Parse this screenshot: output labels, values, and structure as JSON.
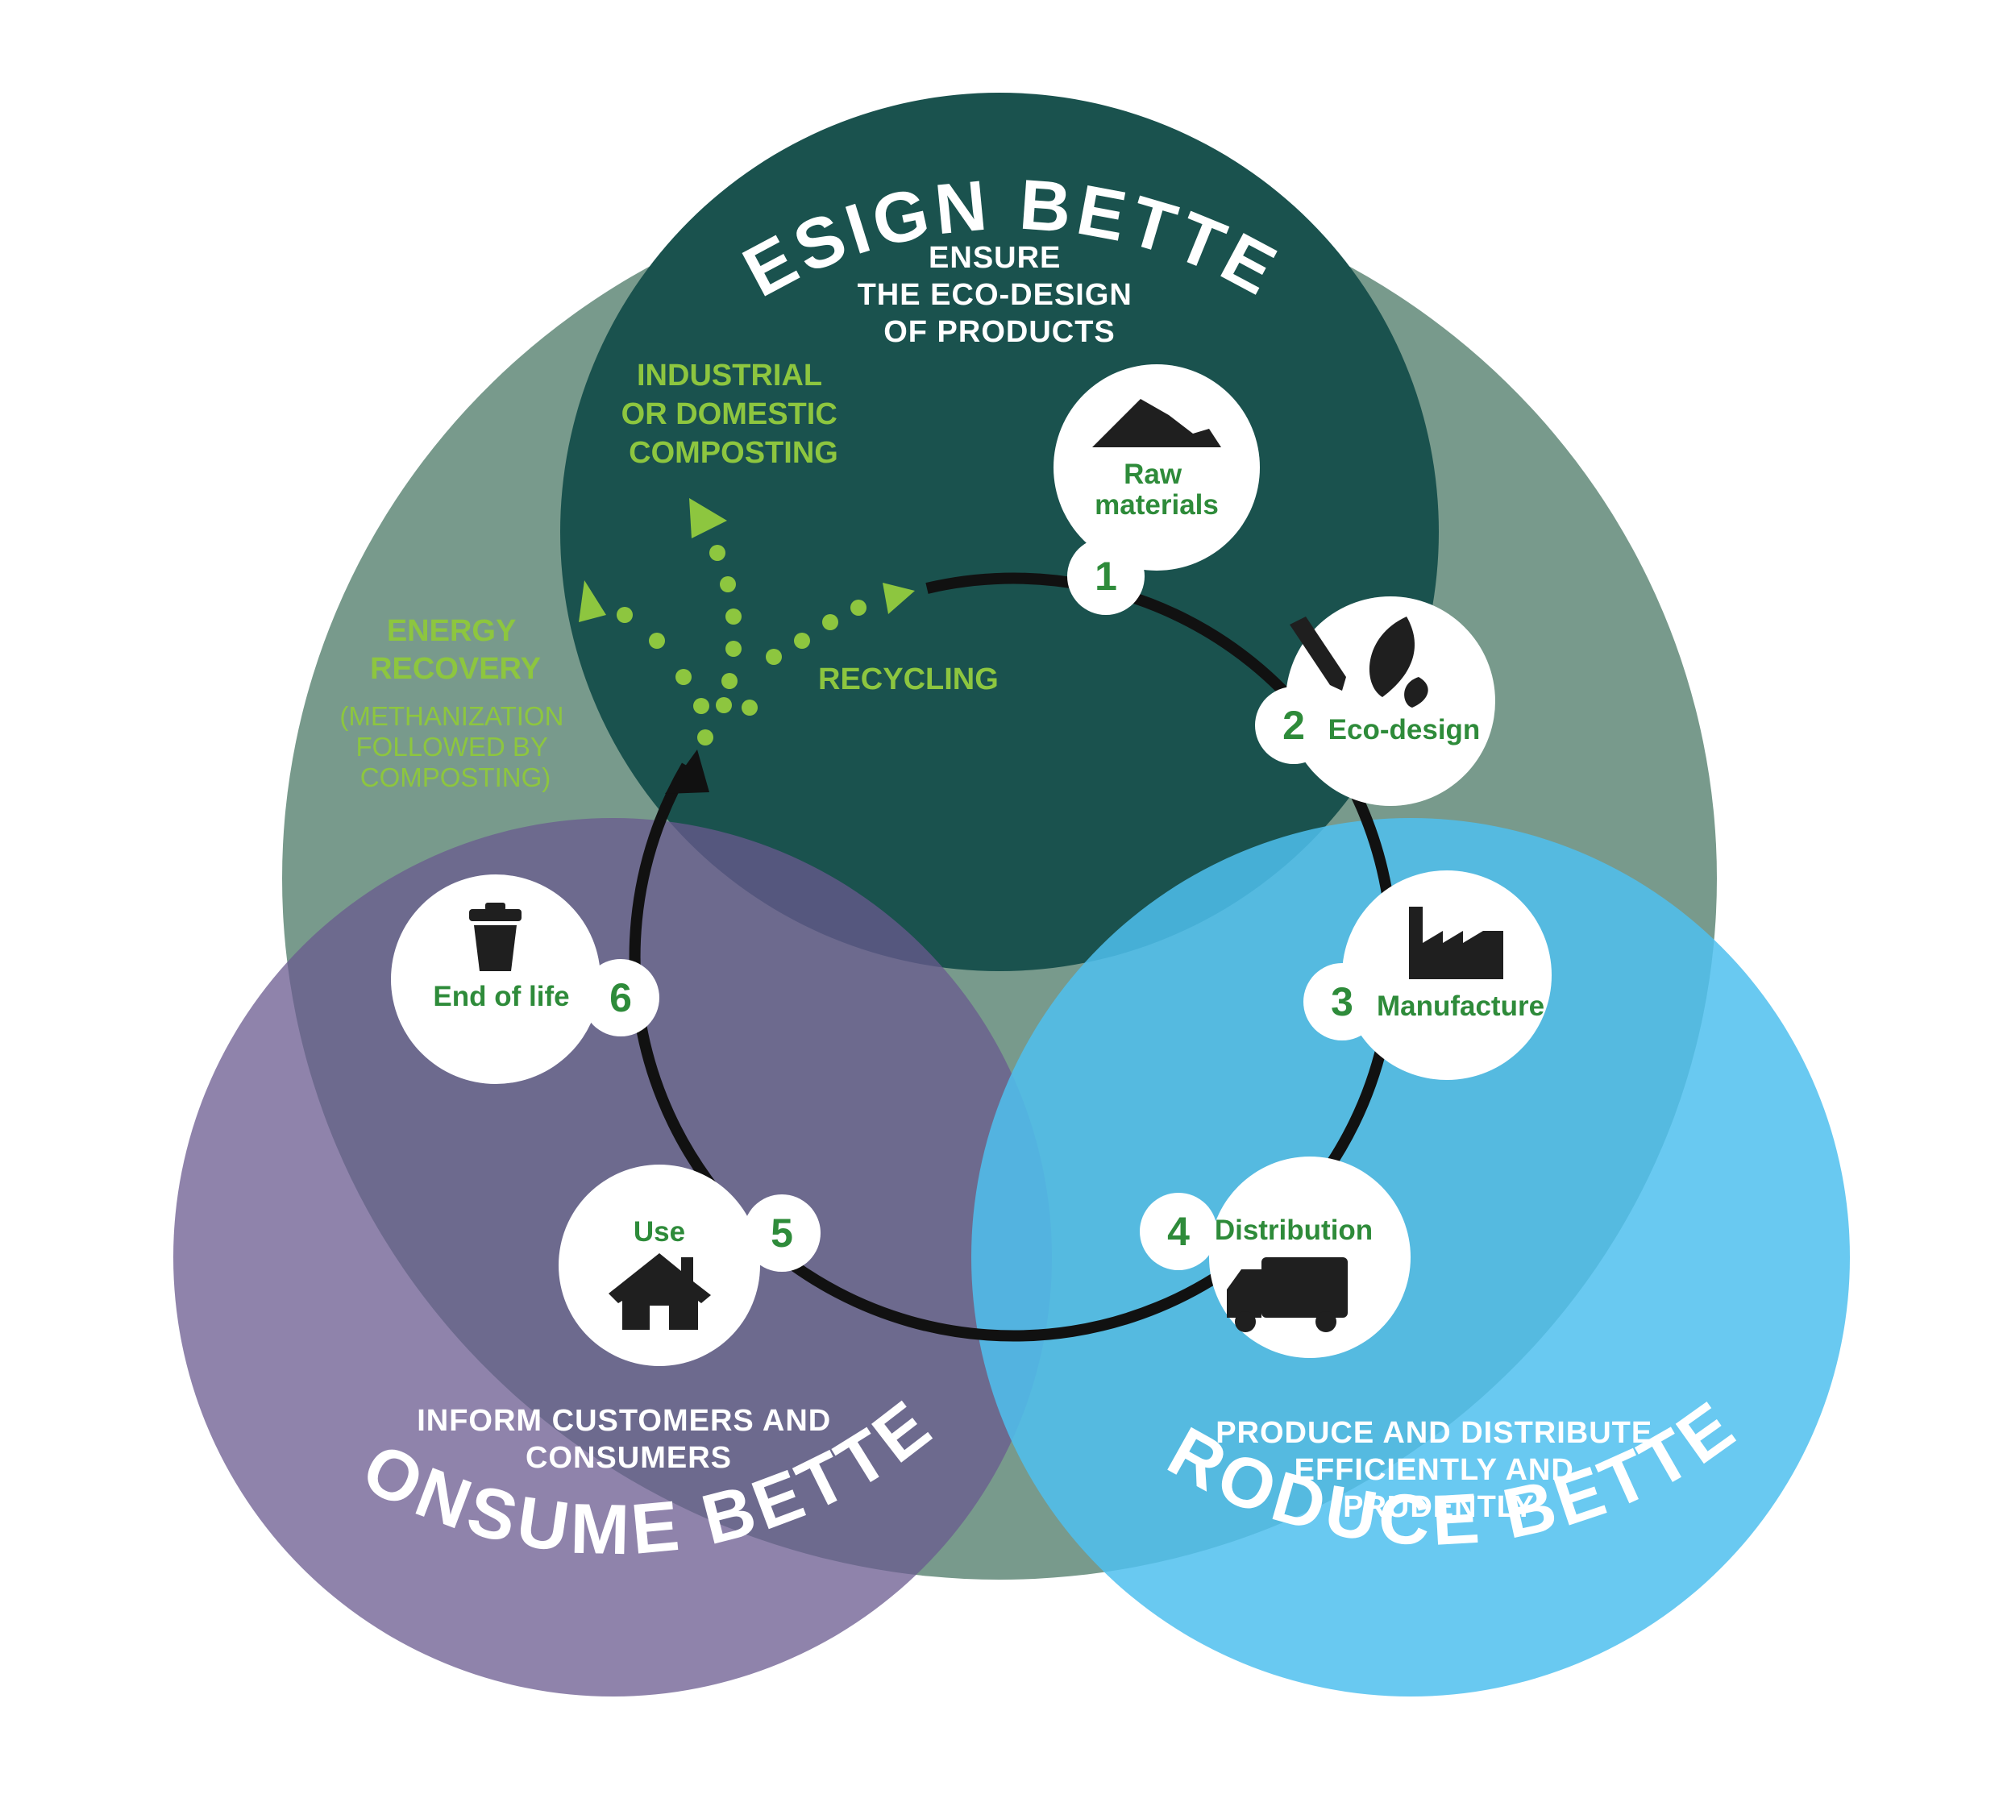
{
  "colors": {
    "design_circle": "#1a524e",
    "outer_circle": "#789a8c",
    "consume_circle": "#8c80a6",
    "produce_circle": "#5ec3ea",
    "accent_green": "#8dc63f",
    "step_green": "#2e8b3a",
    "cycle_ring": "#111111"
  },
  "sections": {
    "design": {
      "title": "DESIGN BETTER",
      "desc_lines": [
        "ENSURE",
        "THE ECO-DESIGN",
        "OF PRODUCTS"
      ]
    },
    "consume": {
      "title": "CONSUME BETTER",
      "desc_lines": [
        "INFORM CUSTOMERS AND",
        "CONSUMERS"
      ]
    },
    "produce": {
      "title": "PRODUCE BETTER",
      "desc_lines": [
        "PRODUCE AND DISTRIBUTE",
        "EFFICIENTLY AND",
        "PRUDENTLY"
      ]
    }
  },
  "recovery": {
    "composting_lines": [
      "INDUSTRIAL",
      "OR DOMESTIC",
      "COMPOSTING"
    ],
    "energy_lines": [
      "ENERGY",
      "RECOVERY"
    ],
    "energy_note_lines": [
      "(METHANIZATION",
      "FOLLOWED BY",
      "COMPOSTING)"
    ],
    "recycling": "RECYCLING"
  },
  "steps": [
    {
      "number": "1",
      "label_lines": [
        "Raw",
        "materials"
      ],
      "icon": "mountain-icon"
    },
    {
      "number": "2",
      "label_lines": [
        "Eco-design"
      ],
      "icon": "leaf-pencil-icon"
    },
    {
      "number": "3",
      "label_lines": [
        "Manufacture"
      ],
      "icon": "factory-icon"
    },
    {
      "number": "4",
      "label_lines": [
        "Distribution"
      ],
      "icon": "truck-icon"
    },
    {
      "number": "5",
      "label_lines": [
        "Use"
      ],
      "icon": "house-icon"
    },
    {
      "number": "6",
      "label_lines": [
        "End of life"
      ],
      "icon": "trash-can-icon"
    }
  ]
}
